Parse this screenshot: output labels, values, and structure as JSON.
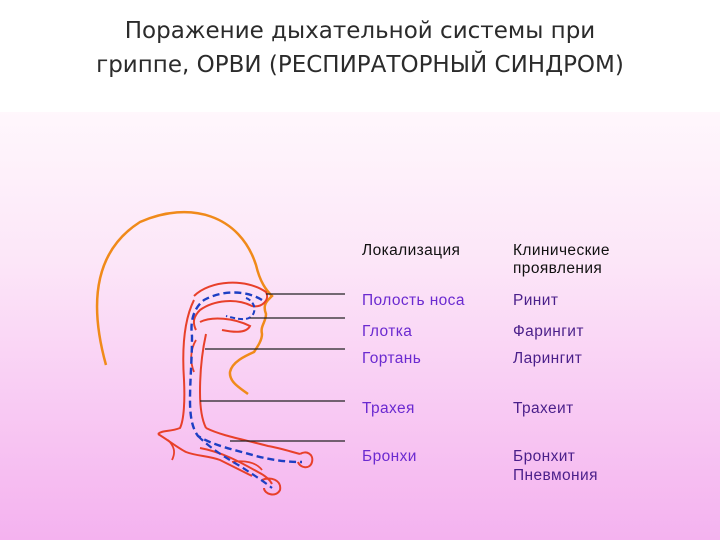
{
  "title": {
    "line1": "Поражение дыхательной системы при",
    "line2": "гриппе, ОРВИ (РЕСПИРАТОРНЫЙ СИНДРОМ)"
  },
  "table": {
    "header_localization": "Локализация",
    "header_clinical_line1": "Клинические",
    "header_clinical_line2": "проявления",
    "rows": [
      {
        "localization": "Полость носа",
        "clinical": [
          "Ринит"
        ]
      },
      {
        "localization": "Глотка",
        "clinical": [
          "Фарингит"
        ]
      },
      {
        "localization": "Гортань",
        "clinical": [
          "Ларингит"
        ]
      },
      {
        "localization": "Трахея",
        "clinical": [
          "Трахеит"
        ]
      },
      {
        "localization": "Бронхи",
        "clinical": [
          "Бронхит",
          "Пневмония"
        ]
      }
    ]
  },
  "colors": {
    "head_outline": "#f08a1a",
    "airway": "#e8402a",
    "airflow": "#1d3fc4",
    "pointer_lines": "#222222",
    "localization_text": "#6b2ad0",
    "clinical_text": "#4a1f8a"
  }
}
